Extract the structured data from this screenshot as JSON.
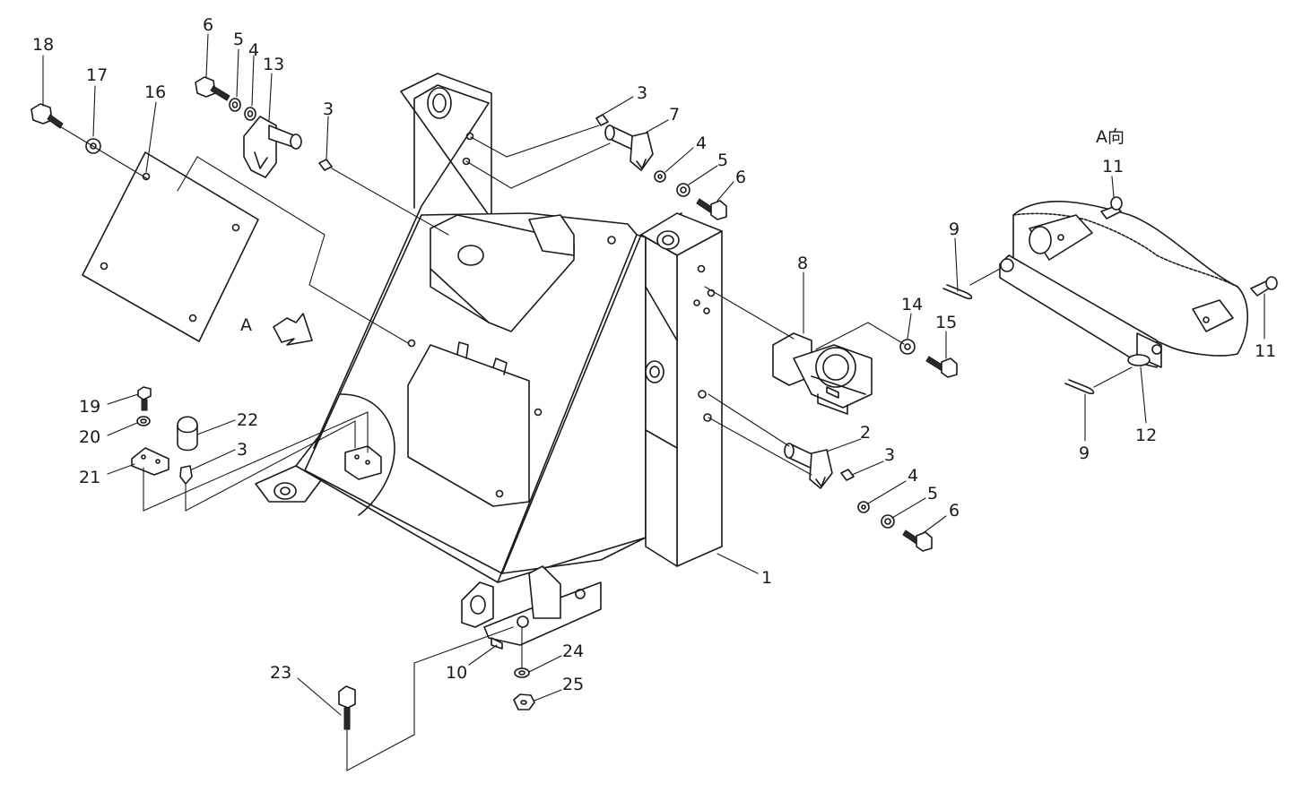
{
  "view_label": "A向",
  "arrow_label": "A",
  "callouts": [
    {
      "id": "c1",
      "text": "1"
    },
    {
      "id": "c2",
      "text": "2"
    },
    {
      "id": "c3a",
      "text": "3"
    },
    {
      "id": "c3b",
      "text": "3"
    },
    {
      "id": "c3c",
      "text": "3"
    },
    {
      "id": "c3d",
      "text": "3"
    },
    {
      "id": "c4a",
      "text": "4"
    },
    {
      "id": "c4b",
      "text": "4"
    },
    {
      "id": "c4c",
      "text": "4"
    },
    {
      "id": "c5a",
      "text": "5"
    },
    {
      "id": "c5b",
      "text": "5"
    },
    {
      "id": "c5c",
      "text": "5"
    },
    {
      "id": "c6a",
      "text": "6"
    },
    {
      "id": "c6b",
      "text": "6"
    },
    {
      "id": "c6c",
      "text": "6"
    },
    {
      "id": "c7",
      "text": "7"
    },
    {
      "id": "c8",
      "text": "8"
    },
    {
      "id": "c9a",
      "text": "9"
    },
    {
      "id": "c9b",
      "text": "9"
    },
    {
      "id": "c10",
      "text": "10"
    },
    {
      "id": "c11a",
      "text": "11"
    },
    {
      "id": "c11b",
      "text": "11"
    },
    {
      "id": "c12",
      "text": "12"
    },
    {
      "id": "c13",
      "text": "13"
    },
    {
      "id": "c14",
      "text": "14"
    },
    {
      "id": "c15",
      "text": "15"
    },
    {
      "id": "c16",
      "text": "16"
    },
    {
      "id": "c17",
      "text": "17"
    },
    {
      "id": "c18",
      "text": "18"
    },
    {
      "id": "c19",
      "text": "19"
    },
    {
      "id": "c20",
      "text": "20"
    },
    {
      "id": "c21",
      "text": "21"
    },
    {
      "id": "c22",
      "text": "22"
    },
    {
      "id": "c23",
      "text": "23"
    },
    {
      "id": "c24",
      "text": "24"
    },
    {
      "id": "c25",
      "text": "25"
    }
  ]
}
